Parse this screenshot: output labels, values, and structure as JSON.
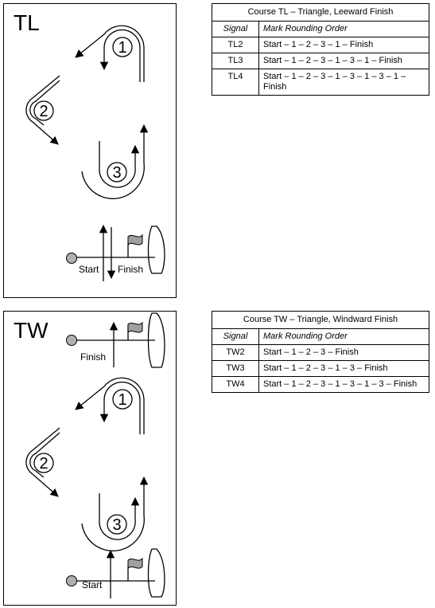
{
  "panels": [
    {
      "title": "TL",
      "mark_labels": [
        "1",
        "2",
        "3"
      ],
      "start_label": "Start",
      "finish_label": "Finish"
    },
    {
      "title": "TW",
      "mark_labels": [
        "1",
        "2",
        "3"
      ],
      "start_label": "Start",
      "finish_label": "Finish"
    }
  ],
  "tables": [
    {
      "caption": "Course TL – Triangle, Leeward Finish",
      "headers": [
        "Signal",
        "Mark Rounding Order"
      ],
      "rows": [
        [
          "TL2",
          "Start – 1 – 2 – 3 – 1 – Finish"
        ],
        [
          "TL3",
          "Start – 1 – 2 – 3 – 1 – 3 – 1 – Finish"
        ],
        [
          "TL4",
          "Start – 1 – 2 – 3 – 1 – 3 – 1 – 3 – 1 – Finish"
        ]
      ]
    },
    {
      "caption": "Course TW – Triangle, Windward Finish",
      "headers": [
        "Signal",
        "Mark Rounding Order"
      ],
      "rows": [
        [
          "TW2",
          "Start – 1 – 2 – 3 – Finish"
        ],
        [
          "TW3",
          "Start – 1 – 2 – 3 – 1 – 3 – Finish"
        ],
        [
          "TW4",
          "Start – 1 – 2 – 3 – 1 – 3 – 1 – 3 – Finish"
        ]
      ]
    }
  ],
  "colors": {
    "line": "#000000",
    "buoy_fill": "#b0b0b0",
    "flag_fill": "#a0a0a0"
  }
}
